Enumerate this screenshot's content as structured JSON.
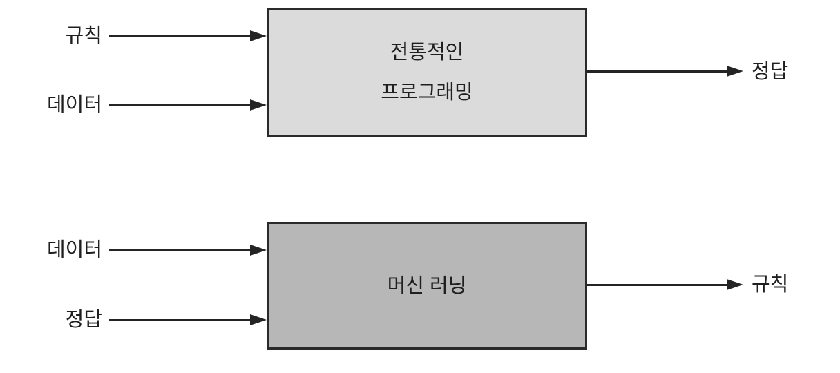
{
  "colors": {
    "background": "#ffffff",
    "line": "#242424",
    "text": "#1f1f1f",
    "box_border": "#2a2a2a",
    "top_box_fill": "#dbdbdb",
    "bottom_box_fill": "#b7b7b7"
  },
  "sections": [
    {
      "id": "traditional-programming",
      "box": {
        "lines": [
          "전통적인",
          "프로그래밍"
        ],
        "fill": "#dbdbdb"
      },
      "inputs": [
        "규칙",
        "데이터"
      ],
      "output": "정답"
    },
    {
      "id": "machine-learning",
      "box": {
        "lines": [
          "머신 러닝"
        ],
        "fill": "#b7b7b7"
      },
      "inputs": [
        "데이터",
        "정답"
      ],
      "output": "규칙"
    }
  ]
}
